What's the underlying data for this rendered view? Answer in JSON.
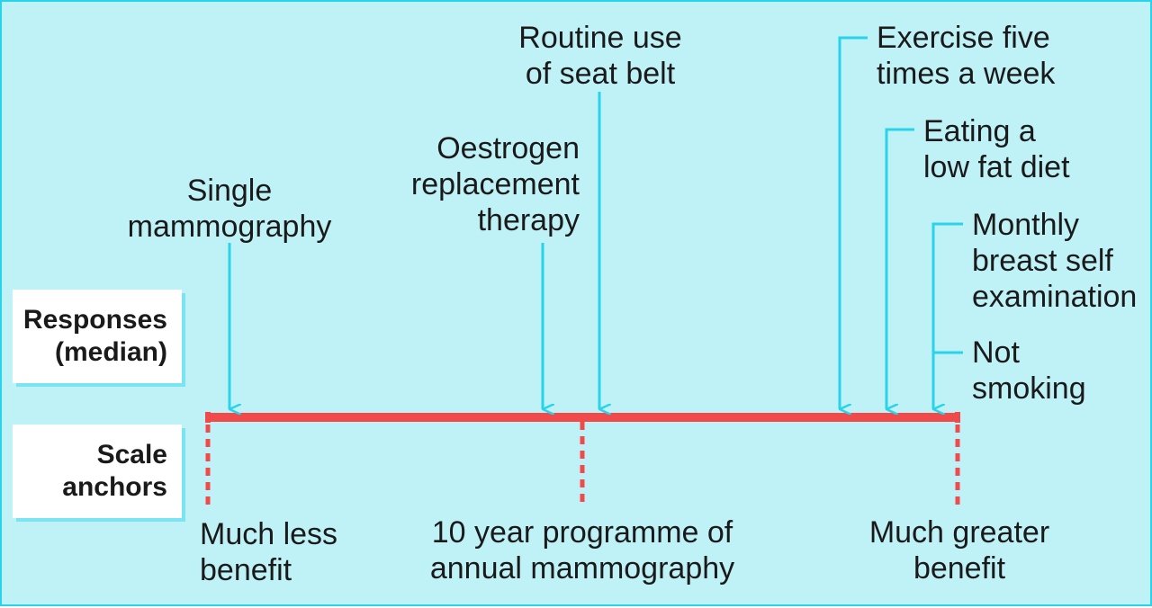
{
  "colors": {
    "arrow": "#29d3ea",
    "scale": "#f04a4a",
    "background": "#bff2f7"
  },
  "row_labels": {
    "responses": [
      "Responses",
      "(median)"
    ],
    "anchors": [
      "Scale",
      "anchors"
    ]
  },
  "responses": [
    {
      "id": "single-mammography",
      "lines": [
        "Single",
        "mammography"
      ]
    },
    {
      "id": "oestrogen",
      "lines": [
        "Oestrogen",
        "replacement",
        "therapy"
      ]
    },
    {
      "id": "seat-belt",
      "lines": [
        "Routine use",
        "of seat belt"
      ]
    },
    {
      "id": "exercise",
      "lines": [
        "Exercise five",
        "times a week"
      ]
    },
    {
      "id": "low-fat",
      "lines": [
        "Eating a",
        "low fat diet"
      ]
    },
    {
      "id": "self-exam",
      "lines": [
        "Monthly",
        "breast self",
        "examination"
      ]
    },
    {
      "id": "not-smoking",
      "lines": [
        "Not",
        "smoking"
      ]
    }
  ],
  "anchors": [
    {
      "id": "less",
      "lines": [
        "Much less",
        "benefit"
      ]
    },
    {
      "id": "mid",
      "lines": [
        "10 year programme of",
        "annual mammography"
      ]
    },
    {
      "id": "greater",
      "lines": [
        "Much greater",
        "benefit"
      ]
    }
  ]
}
